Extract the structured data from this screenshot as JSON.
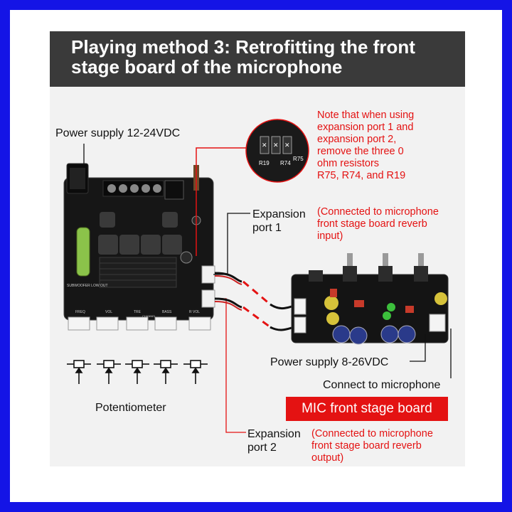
{
  "title": {
    "line1": "Playing method 3: Retrofitting the front",
    "line2": "stage board of the microphone"
  },
  "labels": {
    "power_main": "Power supply 12-24VDC",
    "note": [
      "Note that when using",
      "expansion port 1 and",
      "expansion port 2,",
      "remove the three 0",
      "ohm resistors",
      "R75, R74, and R19"
    ],
    "exp1_line1": "Expansion",
    "exp1_line2": "port 1",
    "exp1_desc": [
      "(Connected to microphone",
      "front stage board reverb",
      "input)"
    ],
    "power_mic": "Power supply 8-26VDC",
    "connect_mic": "Connect to microphone",
    "mic_board": "MIC front stage board",
    "potentiometer": "Potentiometer",
    "exp2_line1": "Expansion",
    "exp2_line2": "port 2",
    "exp2_desc": [
      "(Connected to microphone",
      "front stage board reverb",
      "output)"
    ]
  },
  "board_silkscreen": {
    "subwoofer_low_out": "SUBWOOFER LOW OUT",
    "knobs": [
      "FREQ",
      "VOL",
      "TRE",
      "BASS",
      "CHANNEL",
      "R VOL"
    ],
    "resistors": [
      "R75",
      "R74",
      "R19"
    ]
  },
  "colors": {
    "frame": "#1414e6",
    "title_bg": "#3a3a3a",
    "accent_red": "#e41212"
  }
}
